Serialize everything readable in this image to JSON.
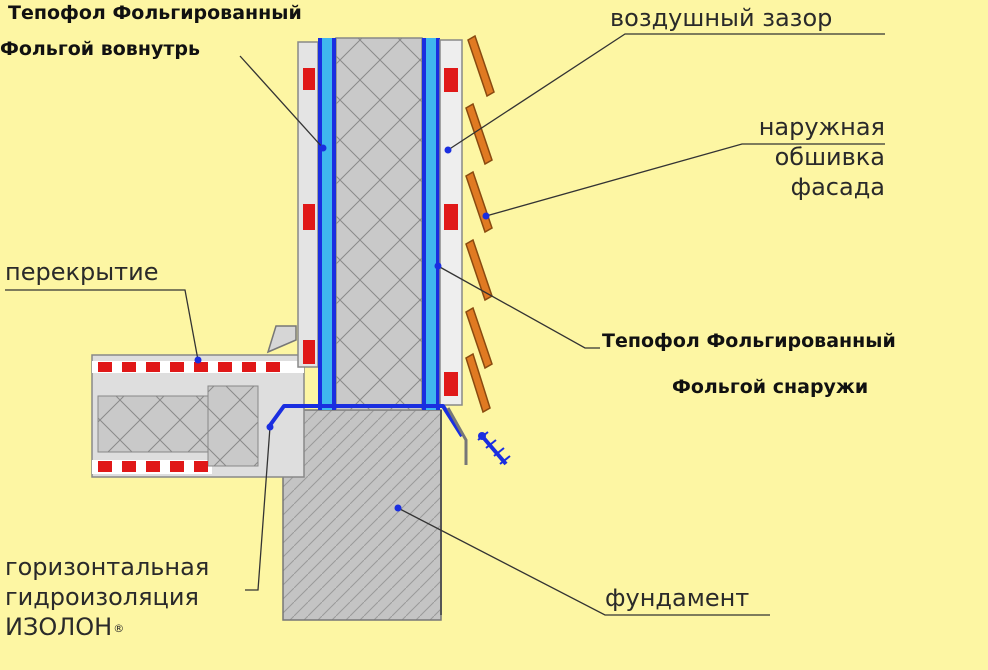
{
  "labels": {
    "inner_foil_title": "Тепофол Фольгированный",
    "inner_foil_sub": "Фольгой вовнутрь",
    "air_gap": "воздушный зазор",
    "facade_line1": "наружная",
    "facade_line2": "обшивка",
    "facade_line3": "фасада",
    "floor": "перекрытие",
    "outer_foil_title": "Тепофол Фольгированный",
    "outer_foil_sub": "Фольгой снаружи",
    "foundation": "фундамент",
    "waterproof_line1": "горизонтальная",
    "waterproof_line2": "гидроизоляция",
    "waterproof_line3": "ИЗОЛОН",
    "reg_mark": "®"
  },
  "colors": {
    "background": "#fdf6a3",
    "foil_blue": "#1a2ee0",
    "light_blue": "#3fb7ee",
    "brick_red": "#e01818",
    "cladding_orange": "#e07a22",
    "insulation_grey": "#c9c9c9",
    "foundation_grey": "#c4c4c4",
    "frame_grey": "#dedede",
    "leader_line": "#333333"
  }
}
